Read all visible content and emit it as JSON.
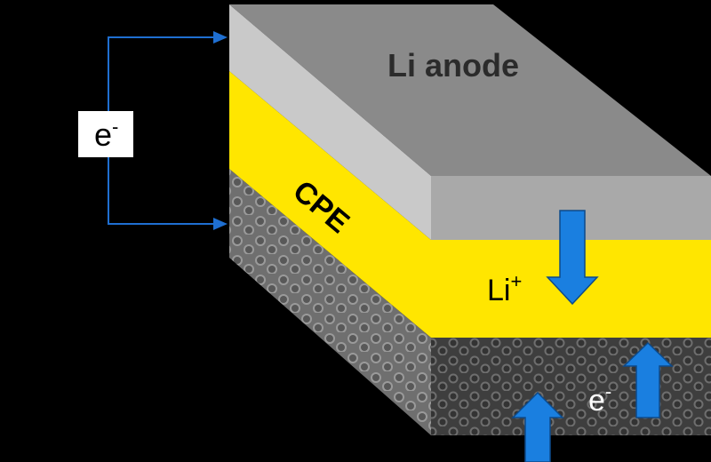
{
  "diagram": {
    "layers": {
      "anode": {
        "label": "Li anode",
        "color_top": "#8a8a8a",
        "color_front": "#a6a6a6",
        "color_side": "#c6c6c6"
      },
      "electrolyte": {
        "label": "CPE",
        "color": "#ffe600",
        "color_side": "#f2d800"
      },
      "cathode": {
        "color": "#4a4a4a",
        "color_side": "#6e6e6e"
      }
    },
    "circuit": {
      "electron_label": "e",
      "electron_superscript": "-",
      "wire_color": "#1f6fd1"
    },
    "ion_flow": {
      "label": "Li",
      "superscript": "+"
    },
    "electron_flow": {
      "label": "e",
      "superscript": "-"
    },
    "arrow_color": "#1a7fe0",
    "background": "#000000"
  }
}
